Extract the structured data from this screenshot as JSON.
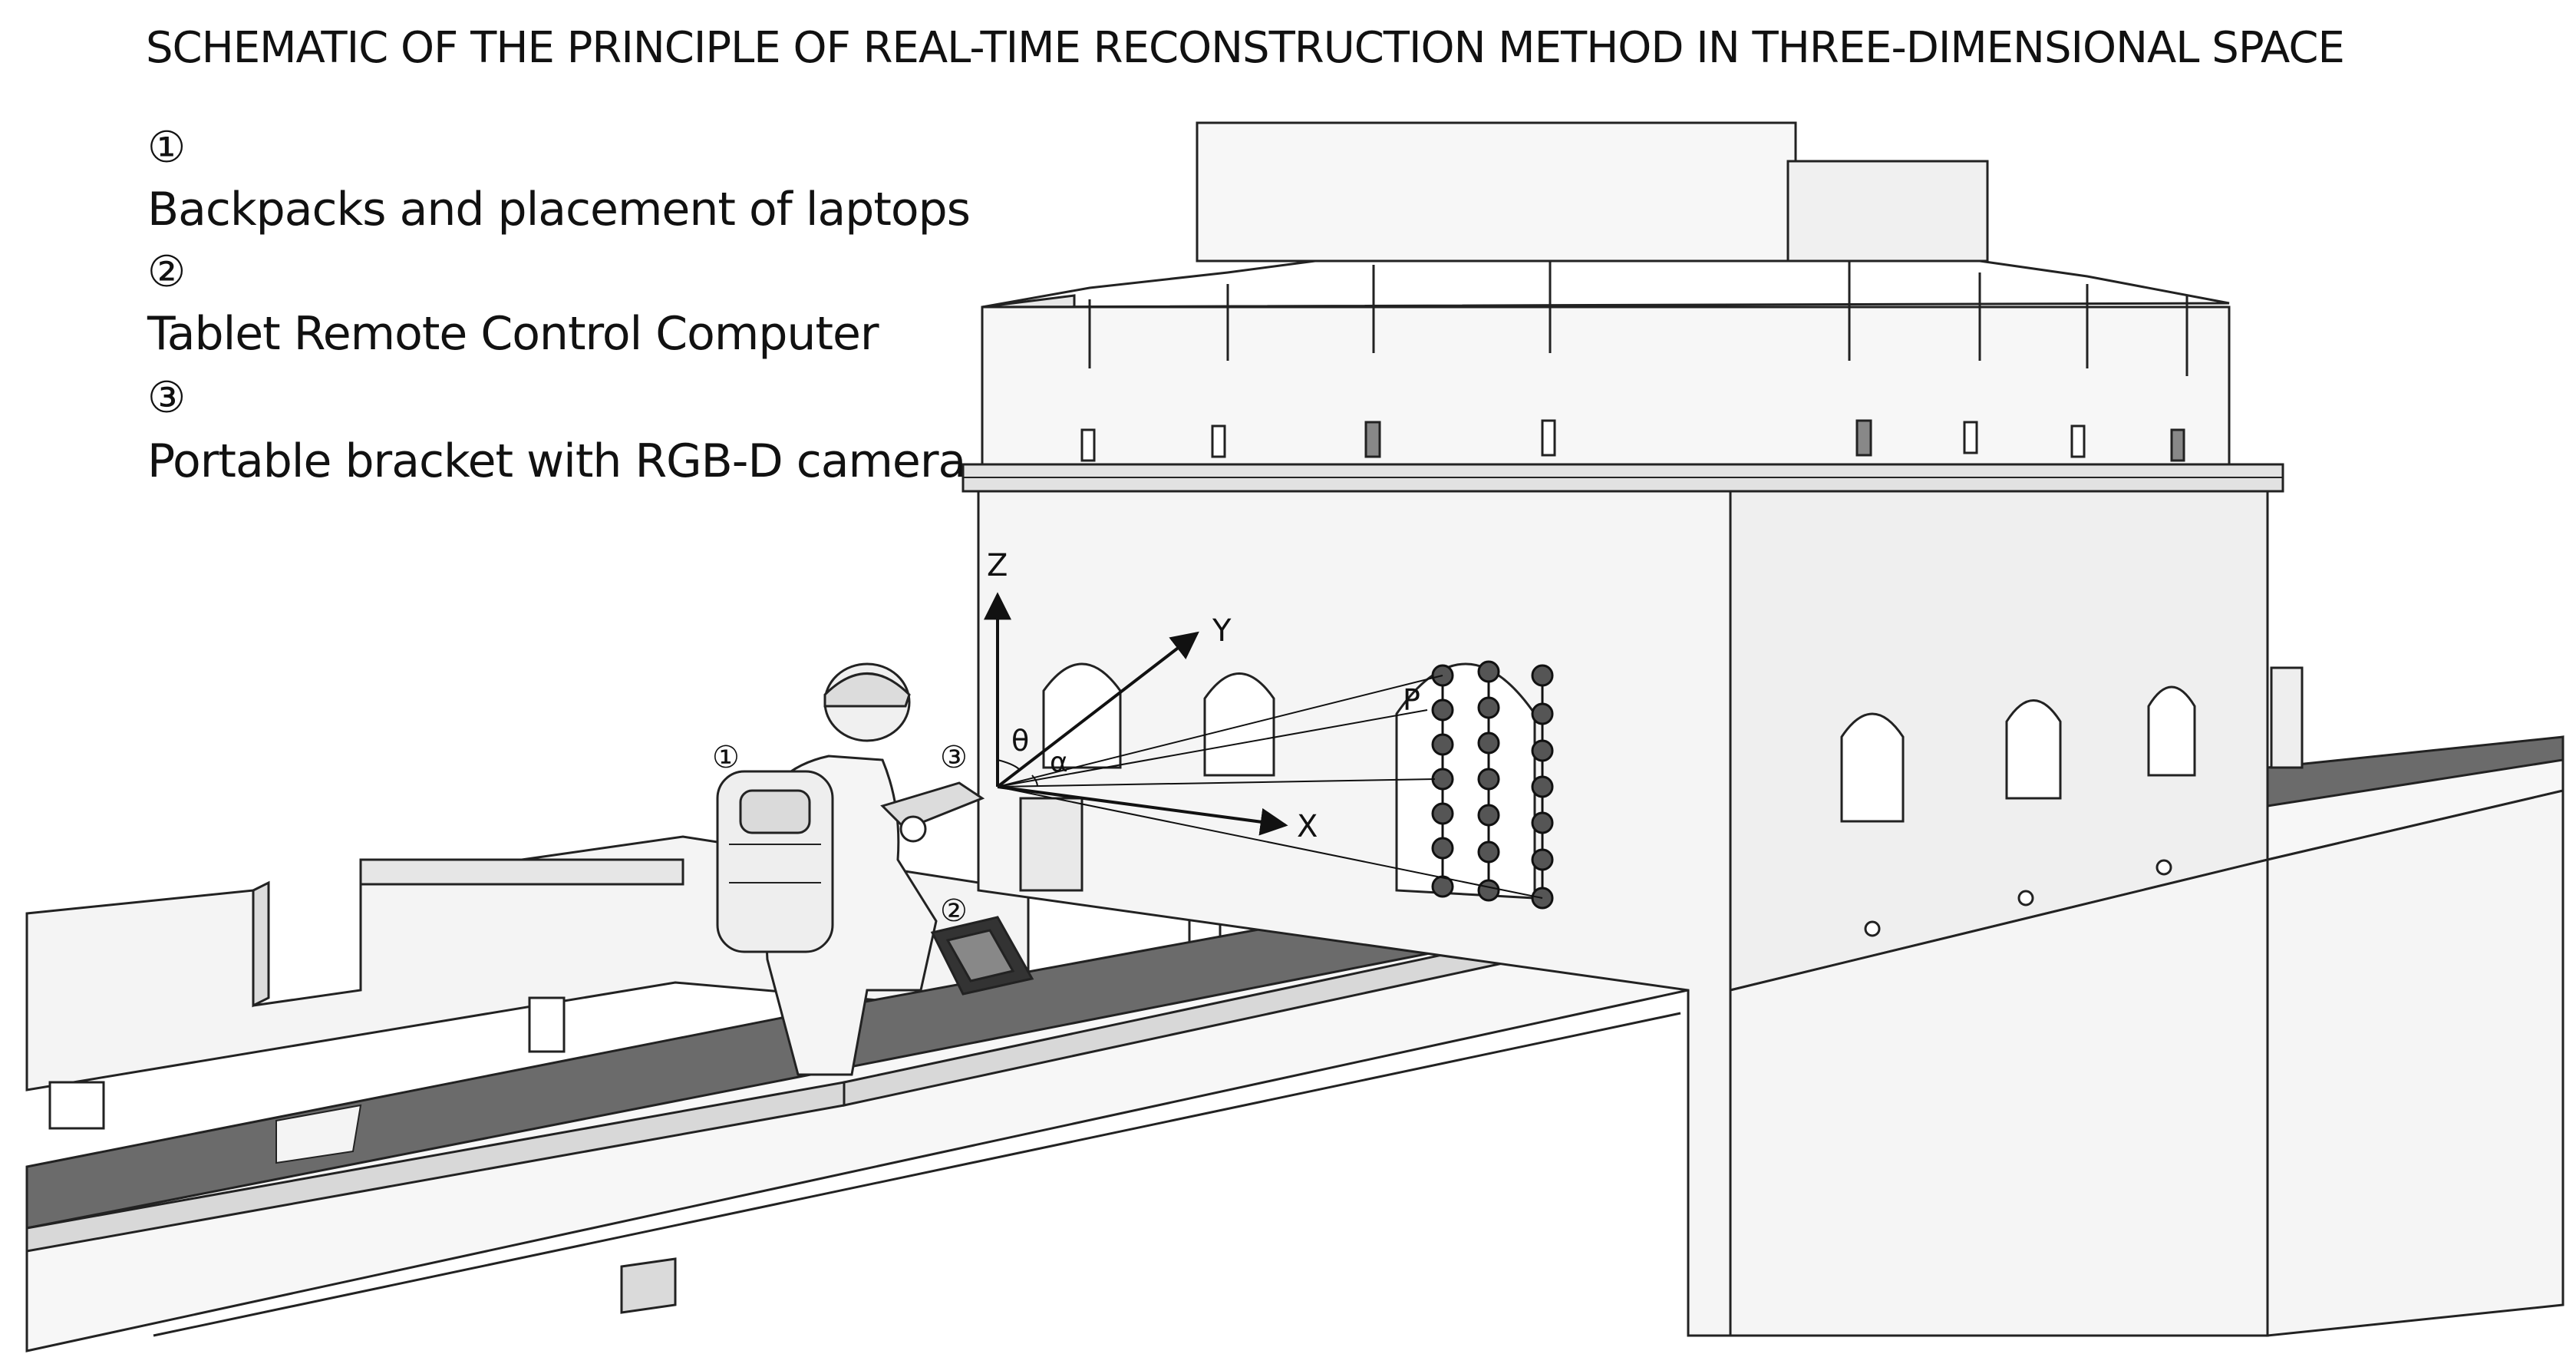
{
  "title": "SCHEMATIC OF THE PRINCIPLE OF REAL-TIME RECONSTRUCTION METHOD IN THREE-DIMENSIONAL SPACE",
  "legend": [
    {
      "marker": "①",
      "text": "Backpacks and placement of laptops"
    },
    {
      "marker": "②",
      "text": "Tablet Remote Control Computer"
    },
    {
      "marker": "③",
      "text": "Portable bracket with RGB-D camera"
    }
  ],
  "axes": {
    "z": "Z",
    "y": "Y",
    "x": "X"
  },
  "angles": {
    "theta": "θ",
    "alpha": "α"
  },
  "point_label": "P",
  "callouts": {
    "backpack": "①",
    "tablet": "②",
    "camera": "③"
  },
  "colors": {
    "line": "#222222",
    "walkway": "#6b6b6b",
    "wall": "#f4f4f4",
    "dot": "#555555"
  }
}
